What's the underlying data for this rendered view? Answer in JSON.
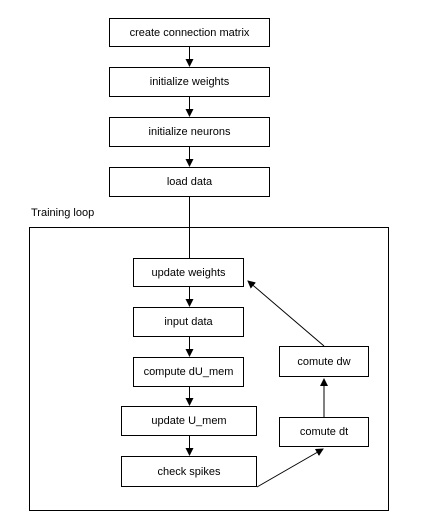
{
  "diagram": {
    "setup_steps": [
      {
        "id": "create_matrix",
        "label": "create connection matrix"
      },
      {
        "id": "init_weights",
        "label": "initialize weights"
      },
      {
        "id": "init_neurons",
        "label": "initialize neurons"
      },
      {
        "id": "load_data",
        "label": "load data"
      }
    ],
    "loop": {
      "label": "Training loop",
      "steps": [
        {
          "id": "update_weights",
          "label": "update weights"
        },
        {
          "id": "input_data",
          "label": "input data"
        },
        {
          "id": "compute_du",
          "label": "compute dU_mem"
        },
        {
          "id": "update_u",
          "label": "update U_mem"
        },
        {
          "id": "check_spikes",
          "label": "check spikes"
        },
        {
          "id": "comute_dt",
          "label": "comute dt"
        },
        {
          "id": "comute_dw",
          "label": "comute dw"
        }
      ]
    },
    "edges": [
      {
        "from": "create_matrix",
        "to": "init_weights"
      },
      {
        "from": "init_weights",
        "to": "init_neurons"
      },
      {
        "from": "init_neurons",
        "to": "load_data"
      },
      {
        "from": "load_data",
        "to": "update_weights"
      },
      {
        "from": "update_weights",
        "to": "input_data"
      },
      {
        "from": "input_data",
        "to": "compute_du"
      },
      {
        "from": "compute_du",
        "to": "update_u"
      },
      {
        "from": "update_u",
        "to": "check_spikes"
      },
      {
        "from": "check_spikes",
        "to": "comute_dt"
      },
      {
        "from": "comute_dt",
        "to": "comute_dw"
      },
      {
        "from": "comute_dw",
        "to": "update_weights"
      }
    ],
    "line_color": "#000000"
  }
}
